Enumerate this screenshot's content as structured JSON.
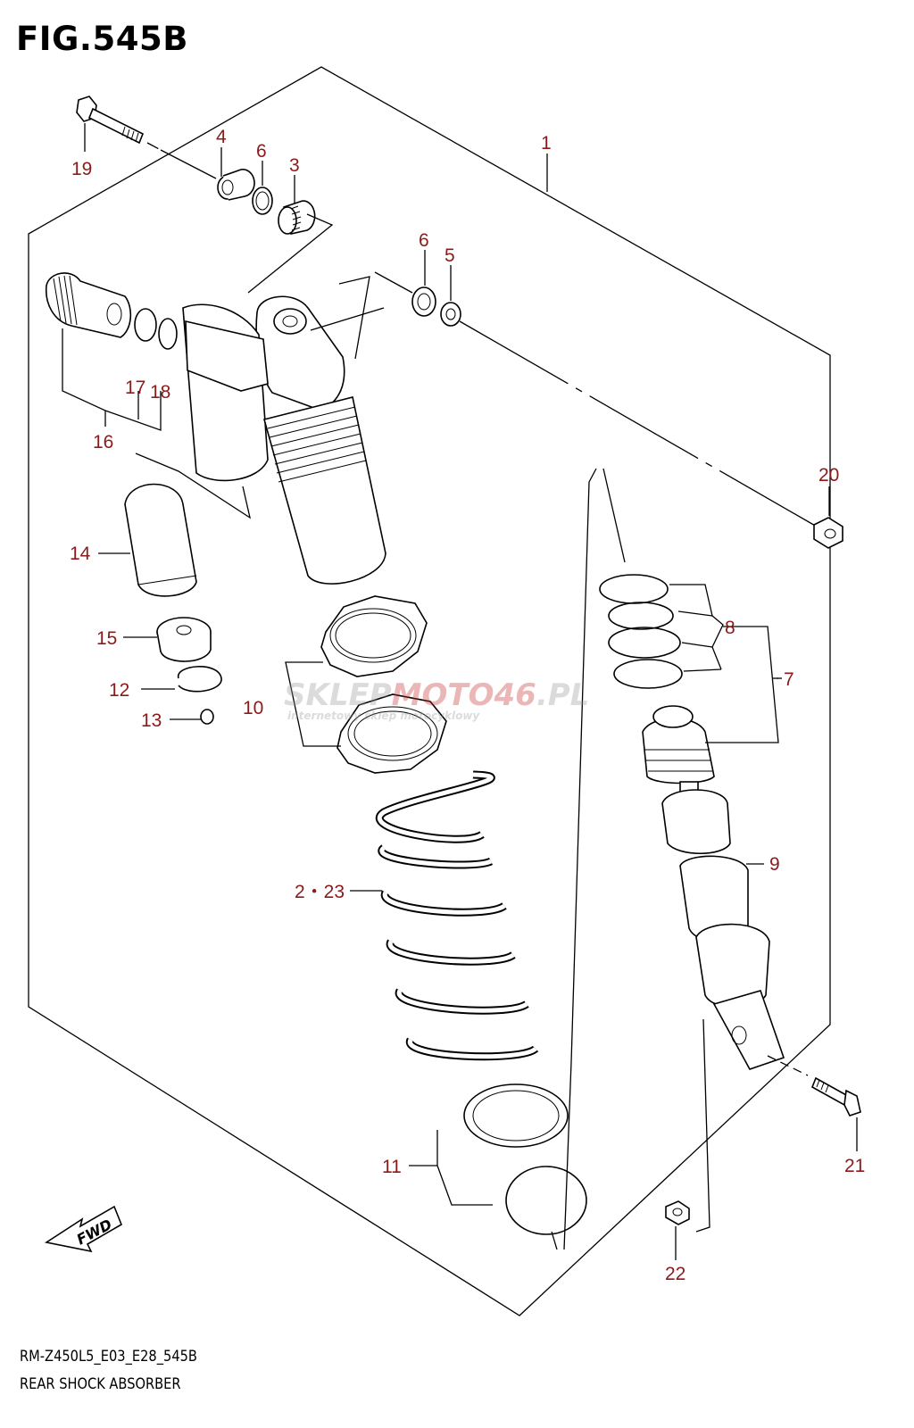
{
  "figure": {
    "title": "FIG.545B",
    "code": "RM-Z450L5_E03_E28_545B",
    "caption": "REAR SHOCK ABSORBER"
  },
  "callouts": {
    "c1": "1",
    "c2_23": "2・23",
    "c3": "3",
    "c4": "4",
    "c5": "5",
    "c6a": "6",
    "c6b": "6",
    "c7": "7",
    "c8": "8",
    "c9": "9",
    "c10": "10",
    "c11": "11",
    "c12": "12",
    "c13": "13",
    "c14": "14",
    "c15": "15",
    "c16": "16",
    "c17": "17",
    "c18": "18",
    "c19": "19",
    "c20": "20",
    "c21": "21",
    "c22": "22"
  },
  "fwd_label": "FWD",
  "watermark": {
    "brand_a": "SKLEP",
    "brand_b": "MOTO",
    "brand_c": "46",
    "brand_d": ".PL",
    "tagline": "internetowy sklep motocyklowy"
  }
}
